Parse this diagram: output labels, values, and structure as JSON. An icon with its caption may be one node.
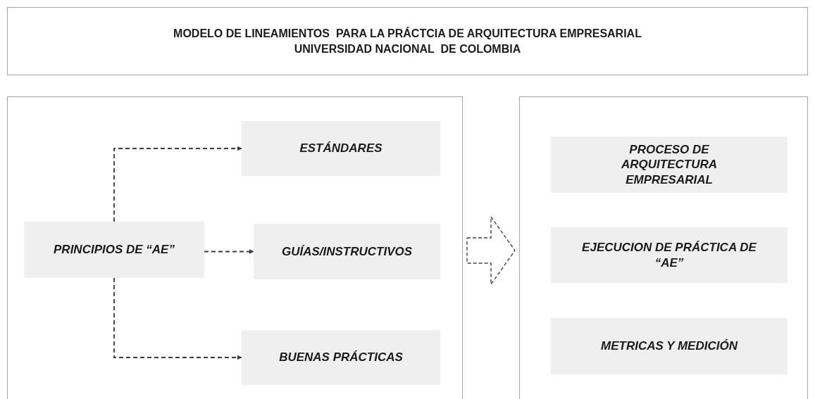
{
  "diagram": {
    "nodes": [
      {
        "text": [
          "MODELO DE LINEAMIENTOS  PARA LA PRÁCTCIA DE ARQUITECTURA EMPRESARIAL",
          "UNIVERSIDAD NACIONAL  DE COLOMBIA"
        ]
      },
      {
        "text": [],
        "shape": "box"
      },
      {
        "text": [
          "ESTÁNDARES"
        ],
        "in": 1
      },
      {
        "text": [
          "PRINCIPIOS DE “AE”"
        ],
        "in": 1
      },
      {
        "text": [
          "GUÍAS/INSTRUCTIVOS"
        ],
        "in": 1
      },
      {
        "text": [
          "BUENAS PRÁCTICAS"
        ],
        "in": 1
      },
      {
        "text": [],
        "shape": "box"
      },
      {
        "text": [
          "PROCESO DE ARQUITECTURA EMPRESARIAL"
        ],
        "in": 6
      },
      {
        "text": [
          "EJECUCION DE PRÁCTICA DE “AE”"
        ],
        "in": 6
      },
      {
        "text": [
          "METRICAS Y MEDICIÓN"
        ],
        "in": 6
      }
    ],
    "edges": [
      {
        "from": 3,
        "to": 2,
        "arrow": "to",
        "style": "dashed"
      },
      {
        "from": 3,
        "to": 4,
        "arrow": "to",
        "style": "dashed"
      },
      {
        "from": 3,
        "to": 5,
        "arrow": "to",
        "style": "dashed"
      },
      {
        "from": 1,
        "to": 6,
        "arrow": "to",
        "style": "dashed"
      }
    ]
  }
}
